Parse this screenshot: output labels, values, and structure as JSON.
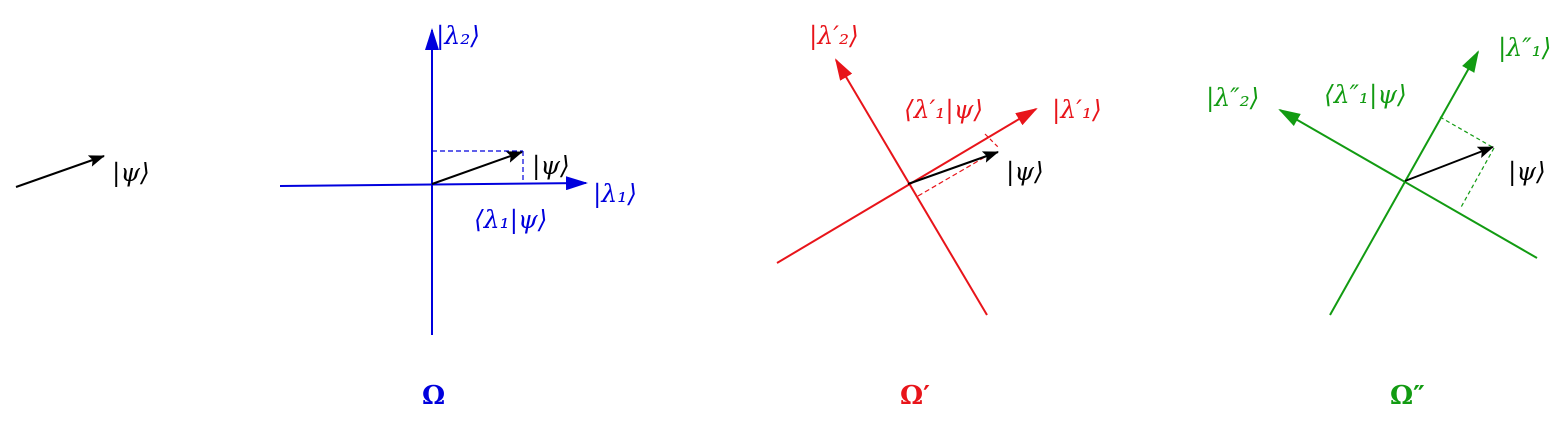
{
  "colors": {
    "black": "#000000",
    "blue": "#0000dd",
    "red": "#e8141a",
    "green": "#129b12"
  },
  "state_label": "|ψ⟩",
  "panels": {
    "omega": {
      "caption": "Ω",
      "axis1_label": "|λ₁⟩",
      "axis2_label": "|λ₂⟩",
      "projection_label": "⟨λ₁|ψ⟩",
      "psi_label": "|ψ⟩"
    },
    "omega_prime": {
      "caption": "Ω′",
      "axis1_label": "|λ′₁⟩",
      "axis2_label": "|λ′₂⟩",
      "projection_label": "⟨λ′₁|ψ⟩",
      "psi_label": "|ψ⟩"
    },
    "omega_double_prime": {
      "caption": "Ω″",
      "axis1_label": "|λ″₁⟩",
      "axis2_label": "|λ″₂⟩",
      "projection_label": "⟨λ″₁|ψ⟩",
      "psi_label": "|ψ⟩"
    }
  }
}
